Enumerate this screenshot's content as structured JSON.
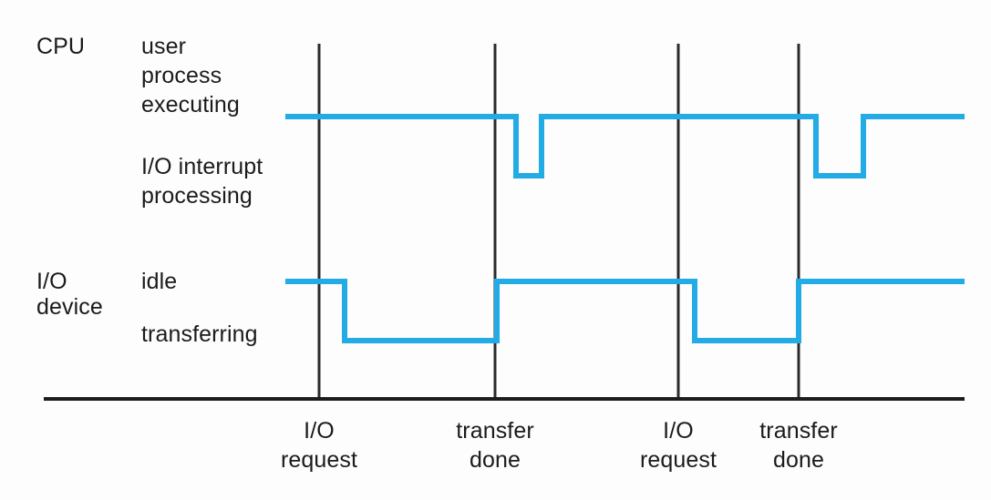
{
  "figure": {
    "kind": "timing-diagram",
    "title_visible": false,
    "colors": {
      "waveform": "#22ABE4",
      "axis": "#1c1c1c",
      "gridline": "#2b2b2b",
      "text": "#1b1b1b",
      "background": "#fdfdfd"
    }
  },
  "rows": [
    {
      "id": "cpu",
      "group_label": "CPU",
      "states": [
        {
          "id": "cpu-high",
          "label": "user\nprocess\nexecuting"
        },
        {
          "id": "cpu-low",
          "label": "I/O interrupt\nprocessing"
        }
      ],
      "state_lines": {
        "high_line1": "user",
        "high_line2": "process",
        "high_line3": "executing",
        "low_line1": "I/O interrupt",
        "low_line2": "processing"
      }
    },
    {
      "id": "io-device",
      "group_label": "I/O\ndevice",
      "group_line1": "I/O",
      "group_line2": "device",
      "states": [
        {
          "id": "io-high",
          "label": "idle"
        },
        {
          "id": "io-low",
          "label": "transferring"
        }
      ],
      "state_lines": {
        "high_line1": "idle",
        "low_line1": "transferring"
      }
    }
  ],
  "events": [
    {
      "id": "event-io-request-1",
      "line1": "I/O",
      "line2": "request",
      "x": 350
    },
    {
      "id": "event-transfer-done-1",
      "line1": "transfer",
      "line2": "done",
      "x": 543
    },
    {
      "id": "event-io-request-2",
      "line1": "I/O",
      "line2": "request",
      "x": 744
    },
    {
      "id": "event-transfer-done-2",
      "line1": "transfer",
      "line2": "done",
      "x": 876
    }
  ],
  "chart_data": {
    "type": "line",
    "title": "",
    "xlabel": "",
    "ylabel": "",
    "description": "Two-signal digital timing diagram showing CPU activity and I/O device activity across two I/O request / transfer done cycles.",
    "axis": {
      "x_start": 48,
      "x_end": 1058,
      "y": 438
    },
    "gridlines_x": [
      350,
      543,
      744,
      876
    ],
    "gridline_top_y": 48,
    "series": [
      {
        "name": "CPU",
        "high_label": "user process executing",
        "low_label": "I/O interrupt processing",
        "high_y": 128,
        "low_y": 193,
        "start_x": 313,
        "end_x": 1058,
        "segments": [
          {
            "state": "high",
            "from": 313,
            "to": 566
          },
          {
            "state": "low",
            "from": 566,
            "to": 594
          },
          {
            "state": "high",
            "from": 594,
            "to": 895
          },
          {
            "state": "low",
            "from": 895,
            "to": 947
          },
          {
            "state": "high",
            "from": 947,
            "to": 1058
          }
        ]
      },
      {
        "name": "I/O device",
        "high_label": "idle",
        "low_label": "transferring",
        "high_y": 309,
        "low_y": 374,
        "start_x": 313,
        "end_x": 1058,
        "segments": [
          {
            "state": "high",
            "from": 313,
            "to": 378
          },
          {
            "state": "low",
            "from": 378,
            "to": 545
          },
          {
            "state": "high",
            "from": 545,
            "to": 762
          },
          {
            "state": "low",
            "from": 762,
            "to": 876
          },
          {
            "state": "high",
            "from": 876,
            "to": 1058
          }
        ]
      }
    ]
  }
}
